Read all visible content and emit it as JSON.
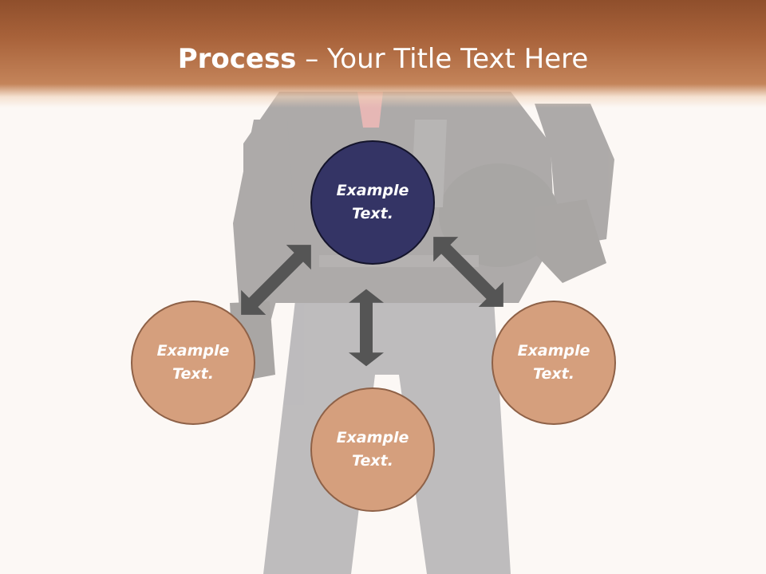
{
  "slide": {
    "title_bold": "Process",
    "title_rest": " – Your Title Text Here"
  },
  "nodes": [
    {
      "id": "center",
      "label": "Example\nText."
    },
    {
      "id": "left",
      "label": "Example\nText."
    },
    {
      "id": "bottom",
      "label": "Example\nText."
    },
    {
      "id": "right",
      "label": "Example\nText."
    }
  ],
  "colors": {
    "header_top": "#8f4f2c",
    "header_bottom": "#c4845a",
    "center_fill": "#343465",
    "node_fill": "#d59f7d",
    "node_border": "#8e6147",
    "arrow": "#555555",
    "background": "#fcf8f5"
  },
  "icons": [
    "double-arrow-icon"
  ]
}
